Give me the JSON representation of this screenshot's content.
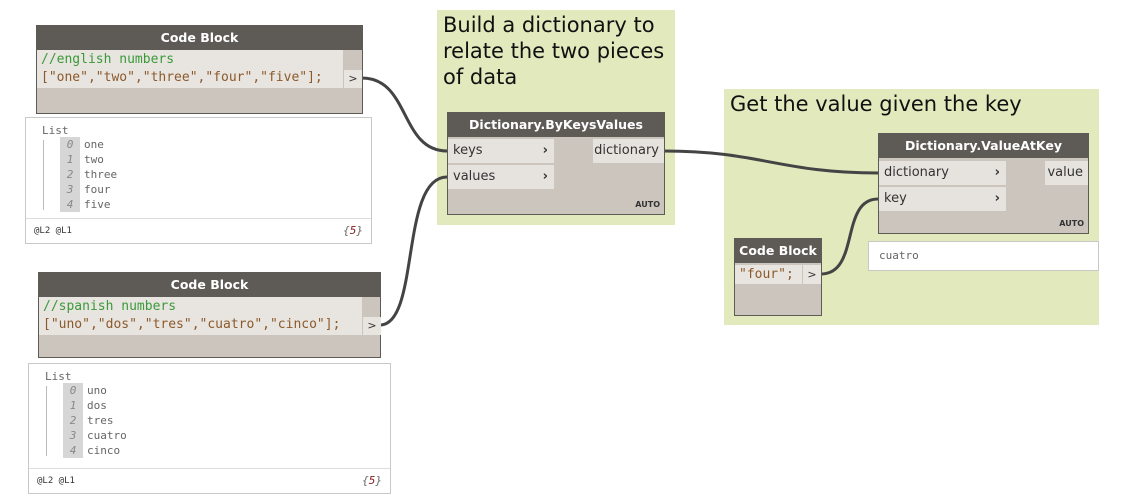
{
  "groups": [
    {
      "title_lines": [
        "Build a dictionary to",
        "relate the two pieces",
        "of data"
      ],
      "color": "#e1e9bd"
    },
    {
      "title": "Get the value given the key",
      "color": "#e1e9bd"
    }
  ],
  "code_block_1": {
    "title": "Code Block",
    "comment": "//english numbers",
    "code": "[\"one\",\"two\",\"three\",\"four\",\"five\"];",
    "port": ">"
  },
  "preview_1": {
    "header": "List",
    "items": [
      {
        "i": "0",
        "v": "one"
      },
      {
        "i": "1",
        "v": "two"
      },
      {
        "i": "2",
        "v": "three"
      },
      {
        "i": "3",
        "v": "four"
      },
      {
        "i": "4",
        "v": "five"
      }
    ],
    "levels": "@L2 @L1",
    "count_open": "{",
    "count": "5",
    "count_close": "}"
  },
  "code_block_2": {
    "title": "Code Block",
    "comment": "//spanish numbers",
    "code": "[\"uno\",\"dos\",\"tres\",\"cuatro\",\"cinco\"];",
    "port": ">"
  },
  "preview_2": {
    "header": "List",
    "items": [
      {
        "i": "0",
        "v": "uno"
      },
      {
        "i": "1",
        "v": "dos"
      },
      {
        "i": "2",
        "v": "tres"
      },
      {
        "i": "3",
        "v": "cuatro"
      },
      {
        "i": "4",
        "v": "cinco"
      }
    ],
    "levels": "@L2 @L1",
    "count_open": "{",
    "count": "5",
    "count_close": "}"
  },
  "by_keys_values": {
    "title": "Dictionary.ByKeysValues",
    "inputs": [
      "keys",
      "values"
    ],
    "output": "dictionary",
    "lacing": "AUTO"
  },
  "value_at_key": {
    "title": "Dictionary.ValueAtKey",
    "inputs": [
      "dictionary",
      "key"
    ],
    "output": "value",
    "lacing": "AUTO"
  },
  "code_block_3": {
    "title": "Code Block",
    "code": "\"four\";",
    "port": ">"
  },
  "preview_3": {
    "value": "cuatro"
  },
  "wire_color": "#444444"
}
